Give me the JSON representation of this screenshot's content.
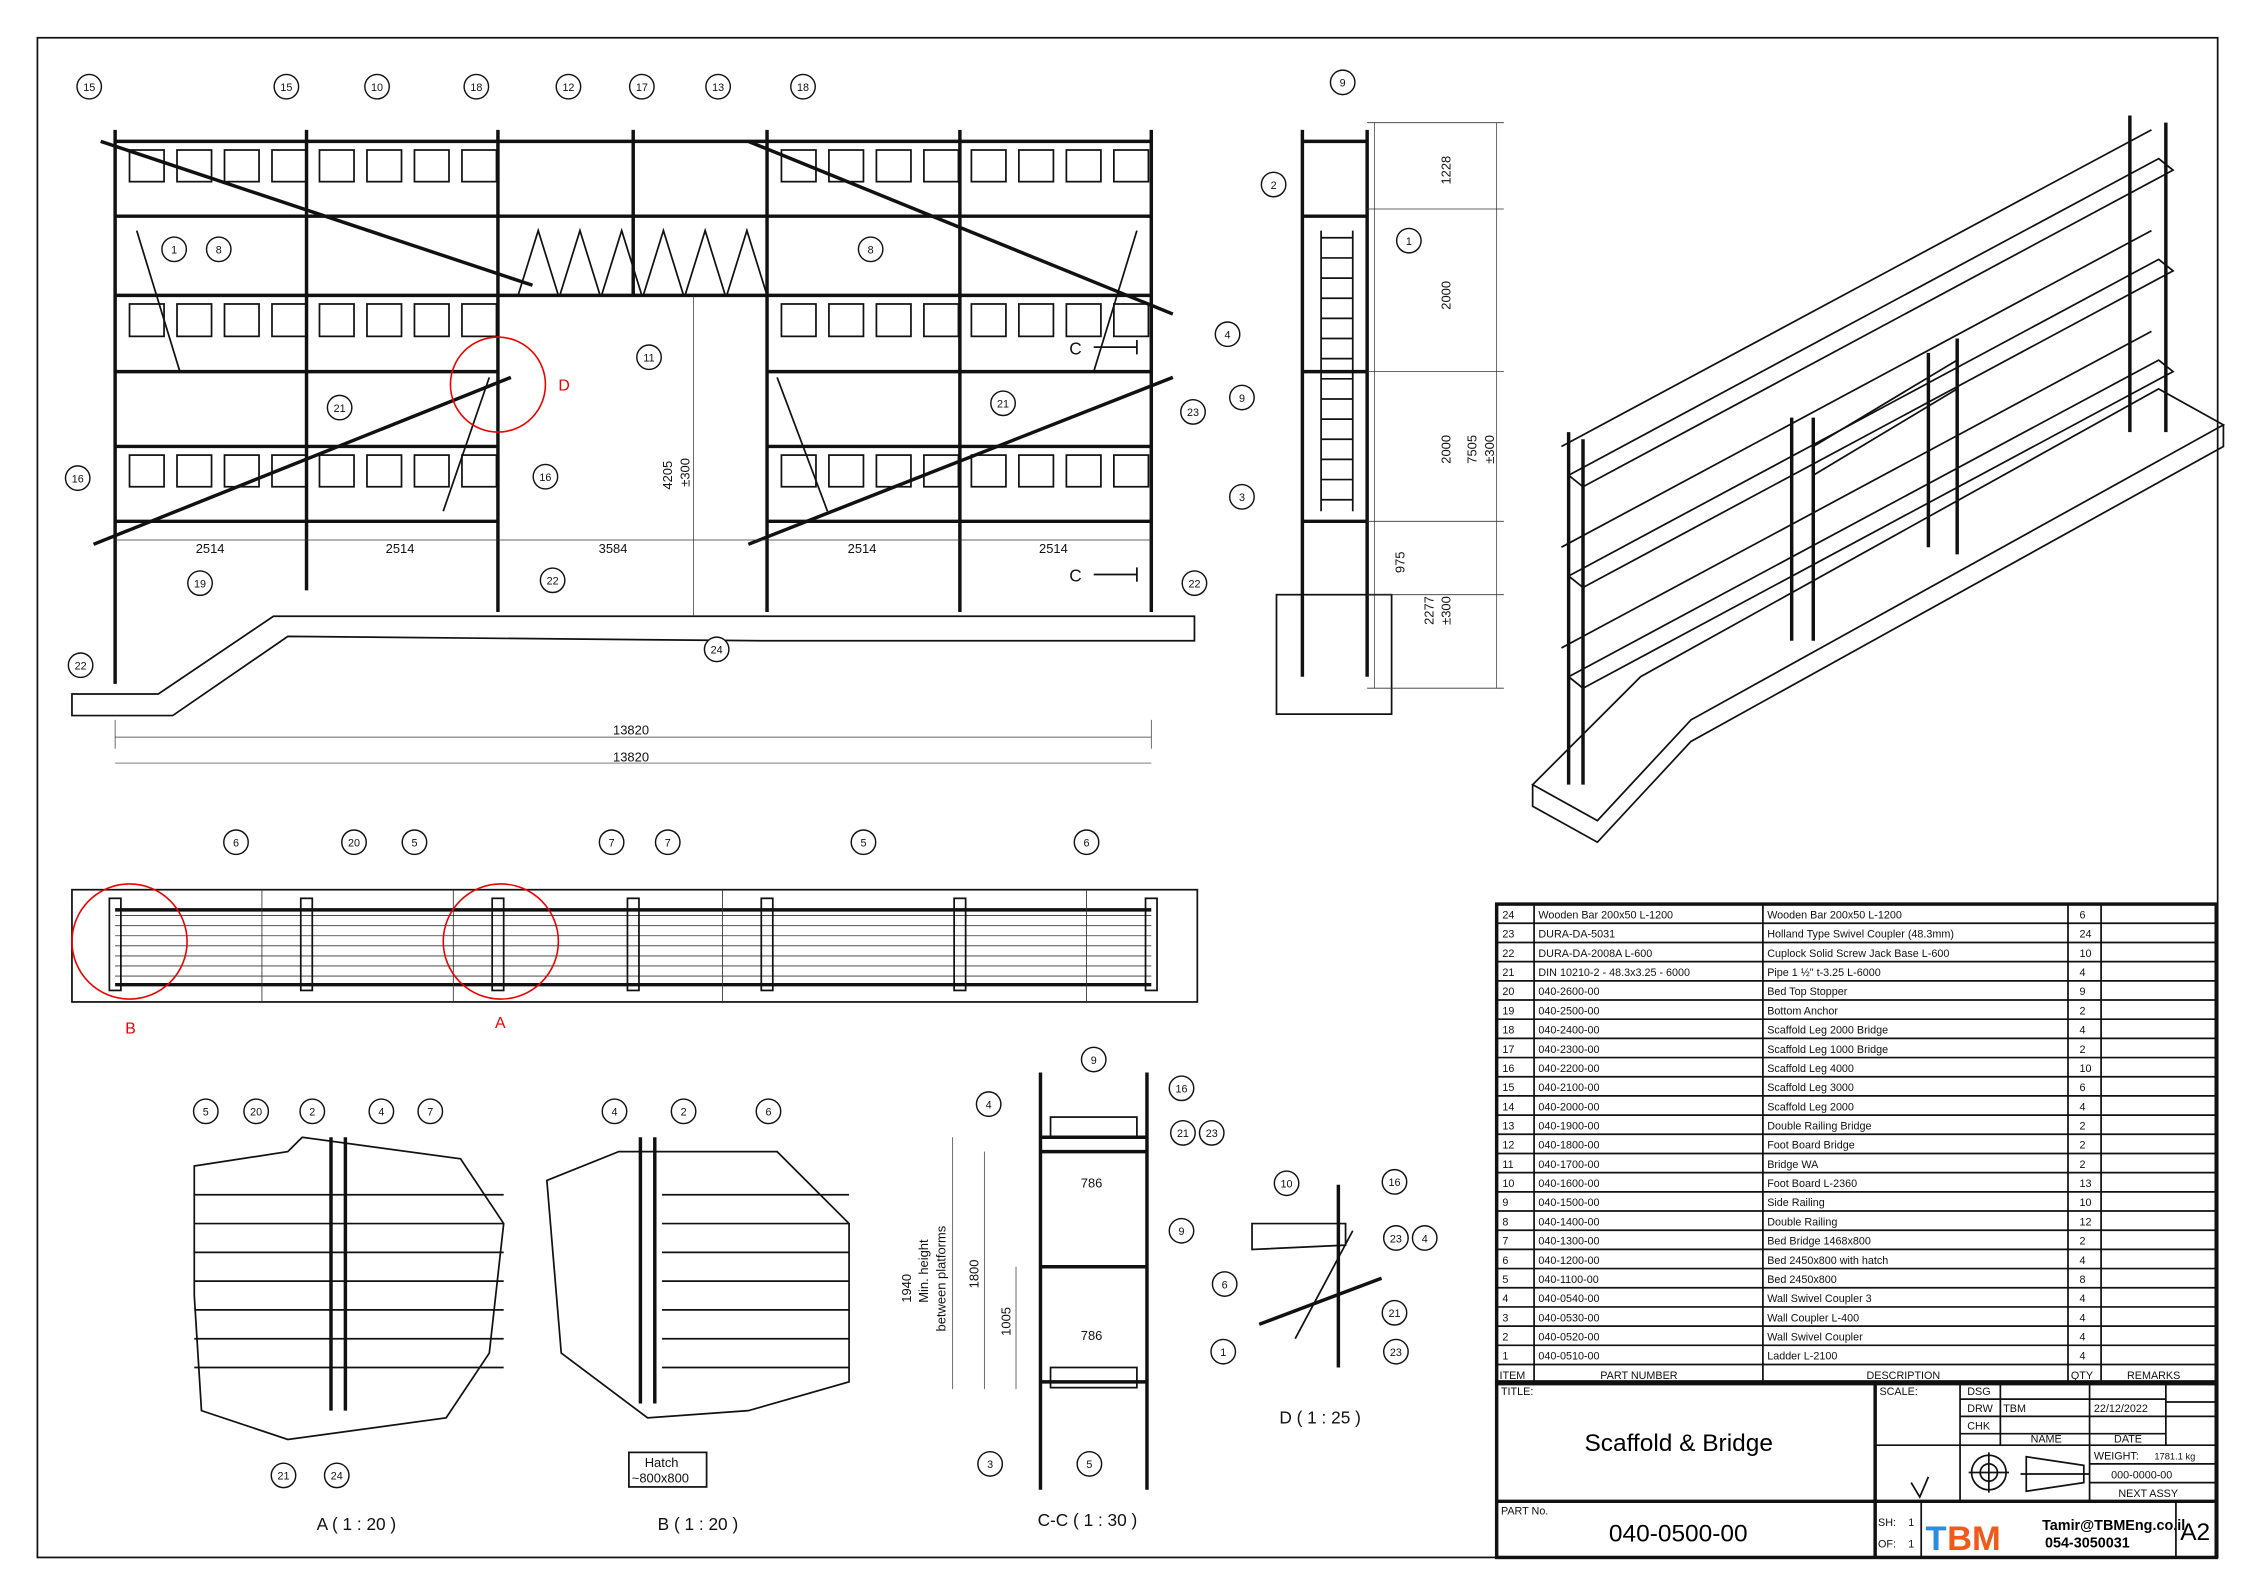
{
  "drawing": {
    "callouts": [
      "15",
      "15",
      "10",
      "18",
      "12",
      "17",
      "13",
      "18",
      "1",
      "8",
      "8",
      "11",
      "21",
      "21",
      "16",
      "16",
      "23",
      "19",
      "22",
      "22",
      "22",
      "24",
      "9",
      "2",
      "1",
      "4",
      "9",
      "3",
      "6",
      "20",
      "5",
      "7",
      "7",
      "5",
      "6",
      "5",
      "20",
      "2",
      "4",
      "7",
      "21",
      "24",
      "4",
      "2",
      "6",
      "4",
      "9",
      "16",
      "21",
      "23",
      "9",
      "3",
      "5",
      "10",
      "16",
      "23",
      "4",
      "6",
      "21",
      "1",
      "23"
    ],
    "front": {
      "bay_widths": [
        "2514",
        "2514",
        "3584",
        "2514",
        "2514"
      ],
      "height": "4205",
      "height_tol": "±300",
      "overall_1": "13820",
      "overall_2": "13820",
      "section_mark_top": "C",
      "section_mark_bottom": "C"
    },
    "side": {
      "dims": [
        "1228",
        "2000",
        "2000",
        "975"
      ],
      "base": "2277",
      "base_tol": "±300",
      "total": "7505",
      "total_tol": "±300"
    },
    "detail_marks": {
      "d": "D",
      "b": "B",
      "a": "A"
    },
    "section_cc": {
      "width_top": "786",
      "width_bottom": "786",
      "min_height_1": "1940",
      "min_height_2": "Min. height",
      "min_height_3": "between platforms",
      "dim_1800": "1800",
      "dim_1005": "1005"
    },
    "hatch": {
      "line1": "Hatch",
      "line2": "~800x800"
    },
    "view_captions": {
      "a": "A ( 1 : 20 )",
      "b": "B ( 1 : 20 )",
      "cc": "C-C ( 1 : 30 )",
      "d": "D ( 1 : 25 )"
    }
  },
  "bom": {
    "headers": {
      "item": "ITEM",
      "part": "PART NUMBER",
      "desc": "DESCRIPTION",
      "qty": "QTY",
      "remarks": "REMARKS"
    },
    "rows": [
      {
        "item": "24",
        "part": "Wooden Bar 200x50 L-1200",
        "desc": "Wooden Bar 200x50 L-1200",
        "qty": "6"
      },
      {
        "item": "23",
        "part": "DURA-DA-5031",
        "desc": "Holland Type Swivel Coupler (48.3mm)",
        "qty": "24"
      },
      {
        "item": "22",
        "part": "DURA-DA-2008A L-600",
        "desc": "Cuplock Solid Screw Jack Base L-600",
        "qty": "10"
      },
      {
        "item": "21",
        "part": "DIN 10210-2 - 48.3x3.25 - 6000",
        "desc": "Pipe 1 ½\" t-3.25 L-6000",
        "qty": "4"
      },
      {
        "item": "20",
        "part": "040-2600-00",
        "desc": "Bed Top Stopper",
        "qty": "9"
      },
      {
        "item": "19",
        "part": "040-2500-00",
        "desc": "Bottom Anchor",
        "qty": "2"
      },
      {
        "item": "18",
        "part": "040-2400-00",
        "desc": "Scaffold Leg 2000 Bridge",
        "qty": "4"
      },
      {
        "item": "17",
        "part": "040-2300-00",
        "desc": "Scaffold Leg 1000 Bridge",
        "qty": "2"
      },
      {
        "item": "16",
        "part": "040-2200-00",
        "desc": "Scaffold Leg 4000",
        "qty": "10"
      },
      {
        "item": "15",
        "part": "040-2100-00",
        "desc": "Scaffold Leg 3000",
        "qty": "6"
      },
      {
        "item": "14",
        "part": "040-2000-00",
        "desc": "Scaffold Leg 2000",
        "qty": "4"
      },
      {
        "item": "13",
        "part": "040-1900-00",
        "desc": "Double Railing Bridge",
        "qty": "2"
      },
      {
        "item": "12",
        "part": "040-1800-00",
        "desc": "Foot Board Bridge",
        "qty": "2"
      },
      {
        "item": "11",
        "part": "040-1700-00",
        "desc": "Bridge WA",
        "qty": "2"
      },
      {
        "item": "10",
        "part": "040-1600-00",
        "desc": "Foot Board L-2360",
        "qty": "13"
      },
      {
        "item": "9",
        "part": "040-1500-00",
        "desc": "Side Railing",
        "qty": "10"
      },
      {
        "item": "8",
        "part": "040-1400-00",
        "desc": "Double Railing",
        "qty": "12"
      },
      {
        "item": "7",
        "part": "040-1300-00",
        "desc": "Bed Bridge 1468x800",
        "qty": "2"
      },
      {
        "item": "6",
        "part": "040-1200-00",
        "desc": "Bed 2450x800 with hatch",
        "qty": "4"
      },
      {
        "item": "5",
        "part": "040-1100-00",
        "desc": "Bed 2450x800",
        "qty": "8"
      },
      {
        "item": "4",
        "part": "040-0540-00",
        "desc": "Wall Swivel Coupler 3",
        "qty": "4"
      },
      {
        "item": "3",
        "part": "040-0530-00",
        "desc": "Wall Coupler L-400",
        "qty": "4"
      },
      {
        "item": "2",
        "part": "040-0520-00",
        "desc": "Wall Swivel Coupler",
        "qty": "4"
      },
      {
        "item": "1",
        "part": "040-0510-00",
        "desc": "Ladder L-2100",
        "qty": "4"
      }
    ]
  },
  "title_block": {
    "title_label": "TITLE:",
    "title": "Scaffold & Bridge",
    "scale_label": "SCALE:",
    "dsg_label": "DSG",
    "drw_label": "DRW",
    "chk_label": "CHK",
    "drw_name": "TBM",
    "drw_date": "22/12/2022",
    "name_label": "NAME",
    "date_label": "DATE",
    "weight_label": "WEIGHT:",
    "weight": "1781.1 kg",
    "next_assy_no": "000-0000-00",
    "next_assy_label": "NEXT ASSY",
    "part_no_label": "PART No.",
    "part_no": "040-0500-00",
    "sh_label": "SH:",
    "sh": "1",
    "of_label": "OF:",
    "of": "1",
    "logo_text": "TBM",
    "email": "Tamir@TBMEng.co.il",
    "phone": "054-3050031",
    "sheet_size": "A2",
    "logo_colors": {
      "blue": "#2a8ee0",
      "orange": "#f05a1a"
    }
  }
}
